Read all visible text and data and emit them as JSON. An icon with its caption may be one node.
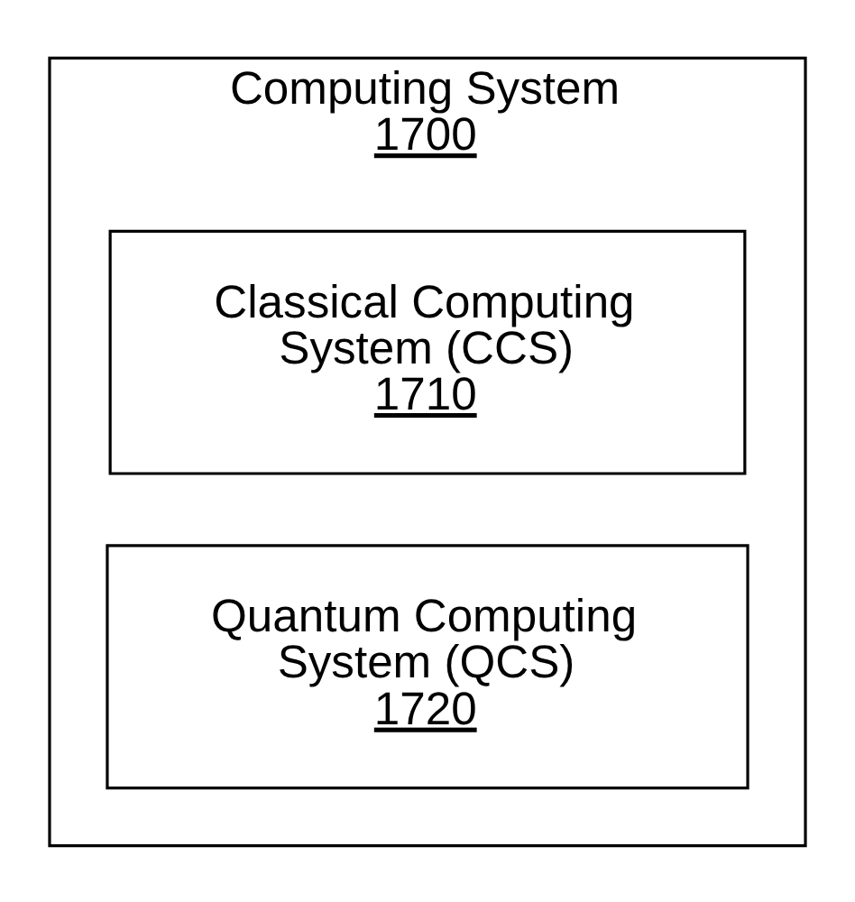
{
  "diagram": {
    "nodes": [
      {
        "text": [
          "Computing System",
          "1700"
        ]
      },
      {
        "text": [
          "Classical Computing System (CCS)",
          "1710"
        ],
        "in": 0
      },
      {
        "text": [
          "Quantum Computing System (QCS)",
          "1720"
        ],
        "in": 0
      }
    ],
    "edges": []
  }
}
